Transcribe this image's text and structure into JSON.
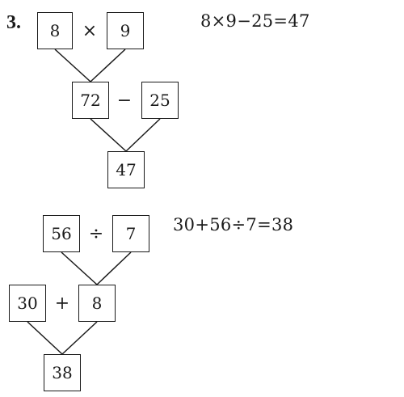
{
  "problem_number": "3.",
  "tree1": {
    "top_left": "8",
    "top_op": "×",
    "top_right": "9",
    "mid_left": "72",
    "mid_op": "−",
    "mid_right": "25",
    "result": "47",
    "equation": "8×9−25=47"
  },
  "tree2": {
    "top_left": "56",
    "top_op": "÷",
    "top_right": "7",
    "mid_left": "30",
    "mid_op": "+",
    "mid_right": "8",
    "result": "38",
    "equation": "30+56÷7=38"
  }
}
